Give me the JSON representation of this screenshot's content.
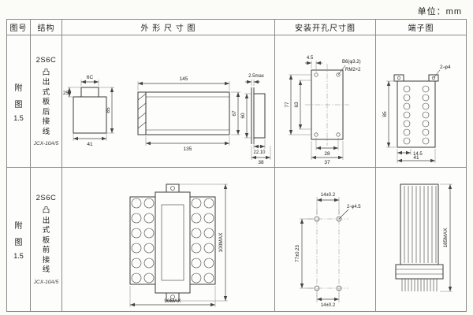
{
  "unit_label": "单位：mm",
  "headers": {
    "fig_no": "图号",
    "structure": "结构",
    "outline": "外 形 尺 寸 图",
    "installation": "安装开孔尺寸图",
    "terminal": "端子图"
  },
  "rows": [
    {
      "fig": {
        "char1": "附",
        "char2": "图",
        "num": "1.5"
      },
      "structure": {
        "model": "2S6C",
        "desc": "凸出式板后接线",
        "type": "JCX-10A/5"
      },
      "outline": {
        "cap_width": "6C",
        "cap_height": "25",
        "height": "85",
        "depth": "41",
        "width_total": "145",
        "width_case": "135",
        "front_height": "67",
        "panel_max": "2.5max",
        "side_height": "60",
        "side_d1": "22.10",
        "side_d2": "38"
      },
      "install": {
        "edge": "4.5",
        "hole_label": "B6(φ3.2)",
        "thread_label": "RM2×2",
        "v_outer": "77",
        "v_inner": "63",
        "h_inner": "28",
        "h_outer": "37"
      },
      "terminal": {
        "hole_label": "2-φ4",
        "height": "85",
        "w1": "14.5",
        "w2": "41"
      }
    },
    {
      "fig": {
        "char1": "附",
        "char2": "图",
        "num": "1.5"
      },
      "structure": {
        "model": "2S6C",
        "desc": "凸出式板前接线",
        "type": "JCX-10A/5"
      },
      "outline": {
        "height": "100MAX",
        "width": "90MAX"
      },
      "install": {
        "top": "14±0.2",
        "hole_label": "2-φ4.5",
        "left": "77±0.23",
        "bottom": "14±0.2"
      },
      "terminal": {
        "height": "185MAX"
      }
    }
  ]
}
